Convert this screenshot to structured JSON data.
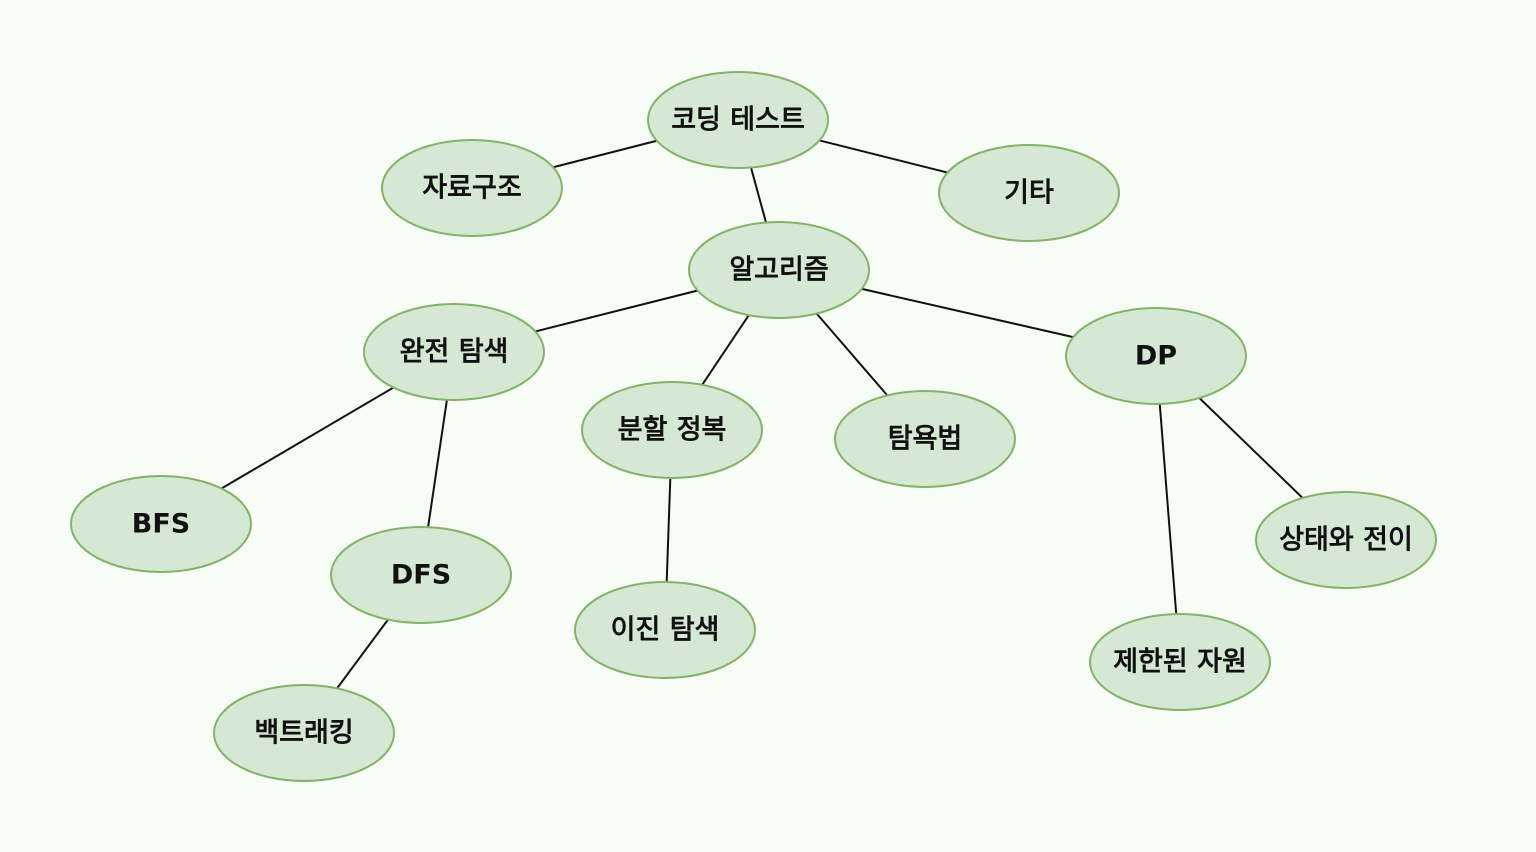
{
  "diagram": {
    "nodes": [
      {
        "id": "coding-test",
        "label": "코딩 테스트"
      },
      {
        "id": "data-structures",
        "label": "자료구조"
      },
      {
        "id": "etc",
        "label": "기타"
      },
      {
        "id": "algorithm",
        "label": "알고리즘"
      },
      {
        "id": "brute-force",
        "label": "완전 탐색"
      },
      {
        "id": "dp",
        "label": "DP"
      },
      {
        "id": "divide-conquer",
        "label": "분할 정복"
      },
      {
        "id": "greedy",
        "label": "탐욕법"
      },
      {
        "id": "bfs",
        "label": "BFS"
      },
      {
        "id": "dfs",
        "label": "DFS"
      },
      {
        "id": "binary-search",
        "label": "이진 탐색"
      },
      {
        "id": "backtracking",
        "label": "백트래킹"
      },
      {
        "id": "state-transition",
        "label": "상태와 전이"
      },
      {
        "id": "limited-resources",
        "label": "제한된 자원"
      }
    ],
    "edges": [
      {
        "from": "coding-test",
        "to": "data-structures"
      },
      {
        "from": "coding-test",
        "to": "etc"
      },
      {
        "from": "coding-test",
        "to": "algorithm"
      },
      {
        "from": "algorithm",
        "to": "brute-force"
      },
      {
        "from": "algorithm",
        "to": "divide-conquer"
      },
      {
        "from": "algorithm",
        "to": "greedy"
      },
      {
        "from": "algorithm",
        "to": "dp"
      },
      {
        "from": "brute-force",
        "to": "bfs"
      },
      {
        "from": "brute-force",
        "to": "dfs"
      },
      {
        "from": "dfs",
        "to": "backtracking"
      },
      {
        "from": "divide-conquer",
        "to": "binary-search"
      },
      {
        "from": "dp",
        "to": "limited-resources"
      },
      {
        "from": "dp",
        "to": "state-transition"
      }
    ]
  }
}
